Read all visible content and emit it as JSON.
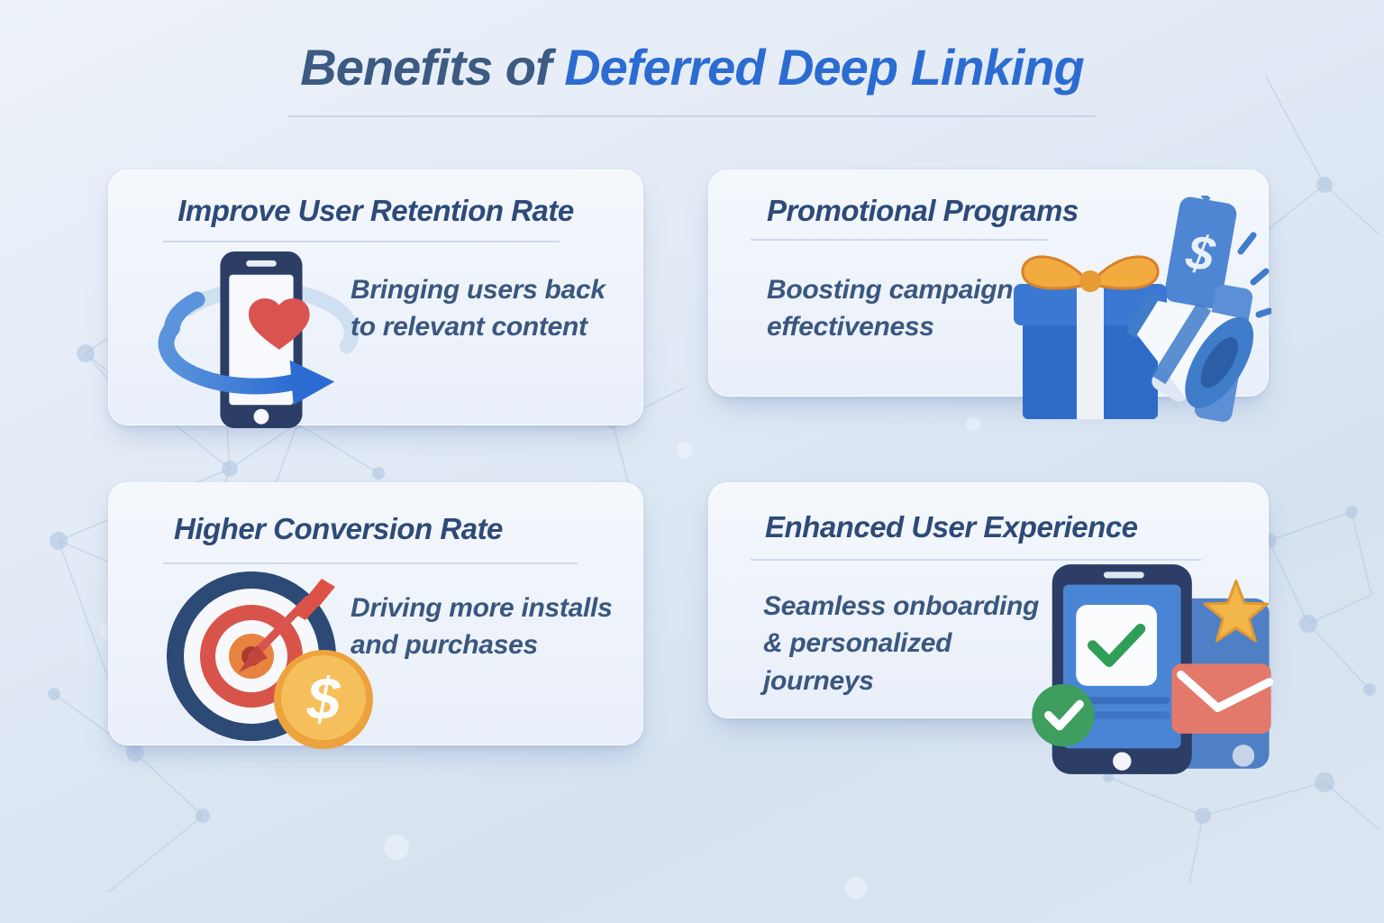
{
  "title": {
    "prefix": "Benefits of",
    "highlight": "Deferred Deep Linking"
  },
  "colors": {
    "title_prefix": "#3c5a82",
    "title_highlight": "#2c6cd2",
    "card_heading": "#2d4a78",
    "card_body": "#3a577f",
    "background": "#dce6f2",
    "accent_blue": "#2f6cc8",
    "accent_red": "#d9534f",
    "accent_gold": "#f3b64a",
    "accent_green": "#3d9e5f"
  },
  "cards": [
    {
      "title": "Improve User Retention Rate",
      "description": "Bringing users back to relevant content",
      "icon": "phone-loop-heart-icon"
    },
    {
      "title": "Promotional Programs",
      "description": "Boosting campaign effectiveness",
      "icon": "gift-megaphone-icon"
    },
    {
      "title": "Higher Conversion Rate",
      "description": "Driving more installs and purchases",
      "icon": "target-arrow-coin-icon"
    },
    {
      "title": "Enhanced User Experience",
      "description": "Seamless onboarding & personalized journeys",
      "icon": "phone-check-star-icon"
    }
  ]
}
